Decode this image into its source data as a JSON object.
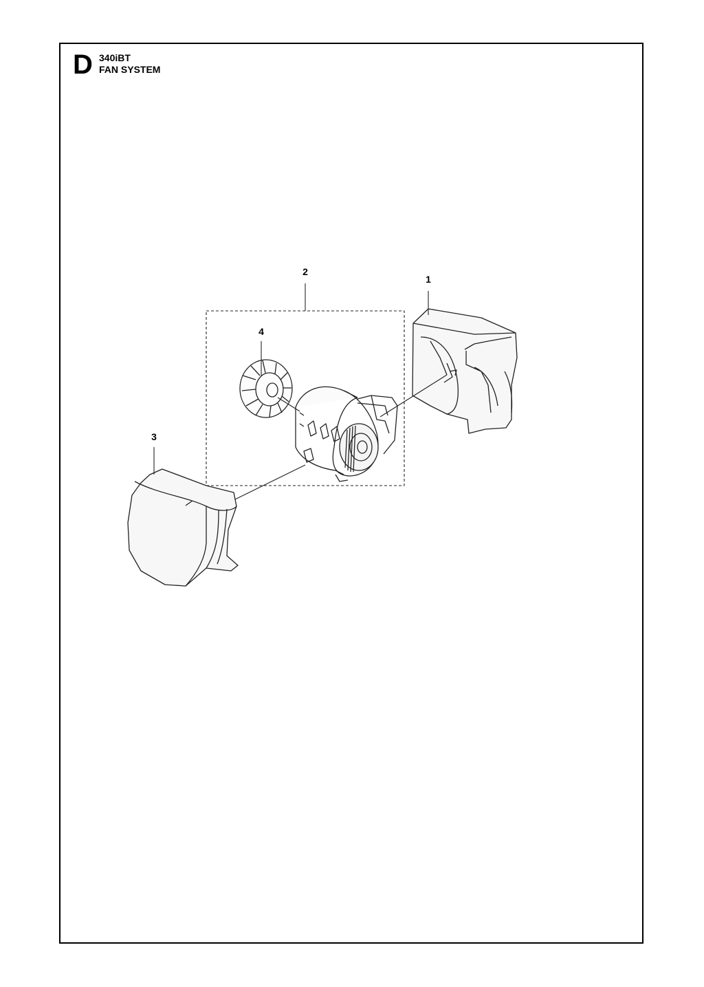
{
  "section": {
    "letter": "D",
    "model": "340iBT",
    "title": "FAN SYSTEM"
  },
  "callouts": [
    {
      "id": "1",
      "label": "1"
    },
    {
      "id": "2",
      "label": "2"
    },
    {
      "id": "3",
      "label": "3"
    },
    {
      "id": "4",
      "label": "4"
    }
  ]
}
